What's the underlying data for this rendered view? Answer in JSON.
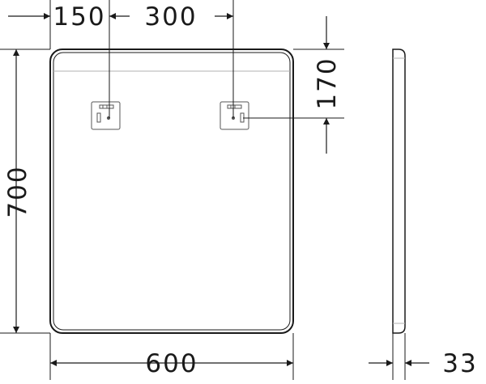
{
  "dimensions": {
    "left_offset": "150",
    "hole_spacing": "300",
    "top_offset": "170",
    "height": "700",
    "width": "600",
    "depth": "33"
  },
  "colors": {
    "line": "#1a1a1a",
    "faint_line": "#b0b0b0"
  }
}
